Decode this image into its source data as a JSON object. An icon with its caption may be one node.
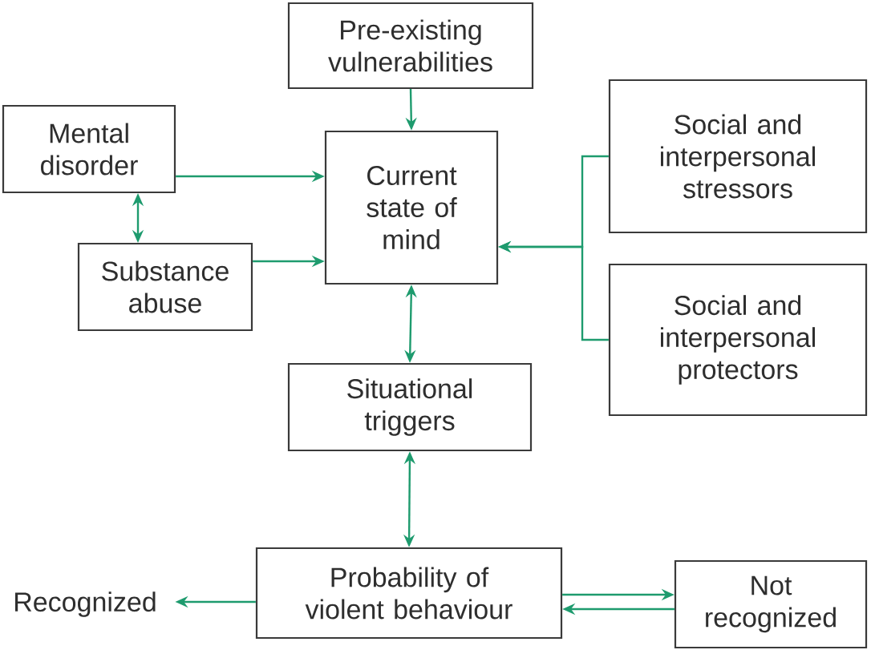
{
  "diagram": {
    "nodes": [
      {
        "text": [
          "Pre-existing vulnerabilities"
        ]
      },
      {
        "text": [
          "Mental disorder"
        ]
      },
      {
        "text": [
          "Current state of mind"
        ]
      },
      {
        "text": [
          "Social and interpersonal stressors"
        ]
      },
      {
        "text": [
          "Substance abuse"
        ]
      },
      {
        "text": [
          "Social and interpersonal protectors"
        ]
      },
      {
        "text": [
          "Situational triggers"
        ]
      },
      {
        "text": [
          "Recognized"
        ]
      },
      {
        "text": [
          "Probability of violent behaviour"
        ]
      },
      {
        "text": [
          "Not recognized"
        ]
      }
    ],
    "edges": [
      {
        "from": 0,
        "to": 2,
        "arrow": "to"
      },
      {
        "from": 1,
        "to": 2,
        "arrow": "to"
      },
      {
        "from": 1,
        "to": 4,
        "arrow": "both"
      },
      {
        "from": 4,
        "to": 2,
        "arrow": "to"
      },
      {
        "from": 3,
        "to": 2,
        "arrow": "to"
      },
      {
        "from": 5,
        "to": 2,
        "arrow": "to"
      },
      {
        "from": 2,
        "to": 6,
        "arrow": "both"
      },
      {
        "from": 6,
        "to": 8,
        "arrow": "both"
      },
      {
        "from": 8,
        "to": 7,
        "arrow": "to"
      },
      {
        "from": 8,
        "to": 9,
        "arrow": "to"
      },
      {
        "from": 9,
        "to": 8,
        "arrow": "to"
      }
    ]
  }
}
